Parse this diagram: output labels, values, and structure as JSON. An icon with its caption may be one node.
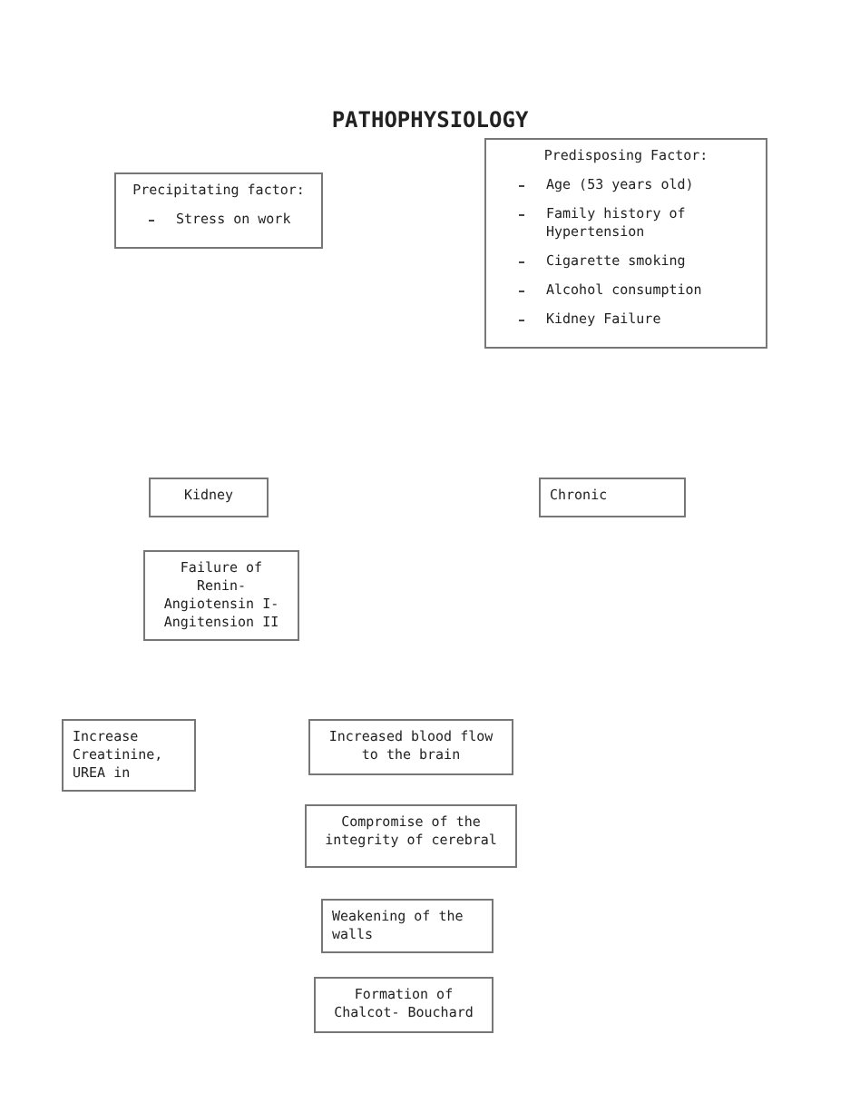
{
  "diagram": {
    "title": "PATHOPHYSIOLOGY",
    "nodes": [
      {
        "text": [
          "Precipitating factor:",
          "Stress on work"
        ]
      },
      {
        "text": [
          "Predisposing Factor:",
          "Age (53 years old)",
          "Family history of Hypertension",
          "Cigarette smoking",
          "Alcohol consumption",
          "Kidney Failure"
        ]
      },
      {
        "text": [
          "Kidney"
        ]
      },
      {
        "text": [
          "Chronic"
        ]
      },
      {
        "text": [
          "Failure of Renin-Angiotensin I-Angitension II"
        ]
      },
      {
        "text": [
          "Increase Creatinine, UREA in"
        ]
      },
      {
        "text": [
          "Increased blood flow to the brain"
        ]
      },
      {
        "text": [
          "Compromise of the integrity of cerebral"
        ]
      },
      {
        "text": [
          "Weakening of the walls"
        ]
      },
      {
        "text": [
          "Formation of Chalcot- Bouchard"
        ]
      }
    ]
  }
}
